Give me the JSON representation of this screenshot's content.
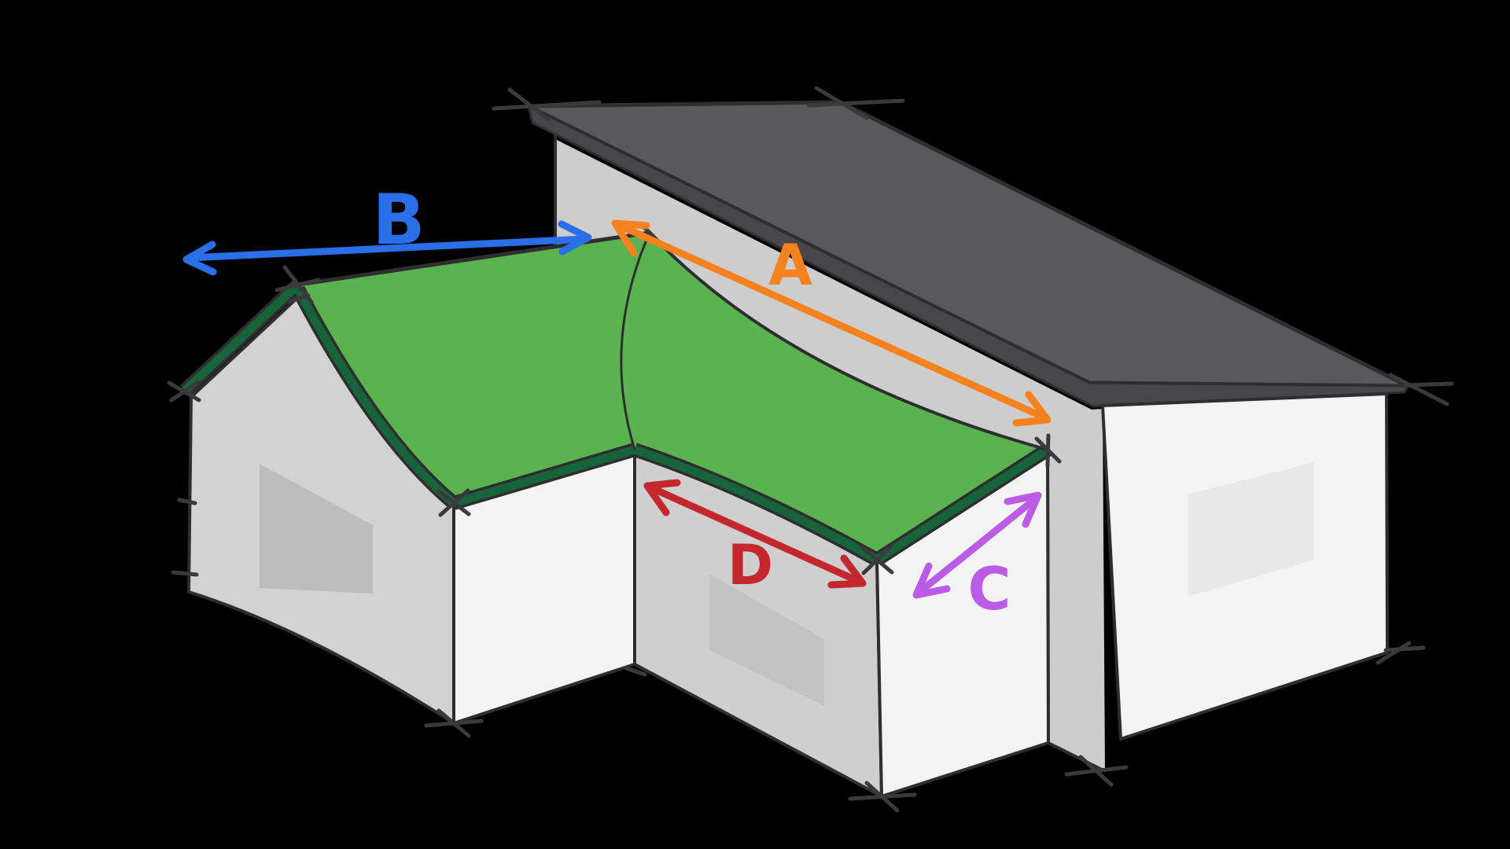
{
  "palette": {
    "background": "#000000",
    "roof_dark": "#59595b",
    "roof_fascia": "#47474a",
    "outline": "#2e2e30",
    "tick": "#3a3a3c",
    "wall_strip": "#cdcdcd",
    "wall_gable": "#d2d2d2",
    "wall_front": "#cfcfcf",
    "wall_white": "#f3f3f3",
    "window_gable": "#bdbdbd",
    "window_front": "#c3c3c3",
    "window_white": "#e9e9e9",
    "green_roof": "#5ab34e",
    "green_fascia": "#17633a"
  },
  "labels": {
    "a": {
      "text": "A",
      "color": "#f5821e"
    },
    "b": {
      "text": "B",
      "color": "#2b6fe8"
    },
    "c": {
      "text": "C",
      "color": "#bb5ce6"
    },
    "d": {
      "text": "D",
      "color": "#c4272e"
    }
  }
}
